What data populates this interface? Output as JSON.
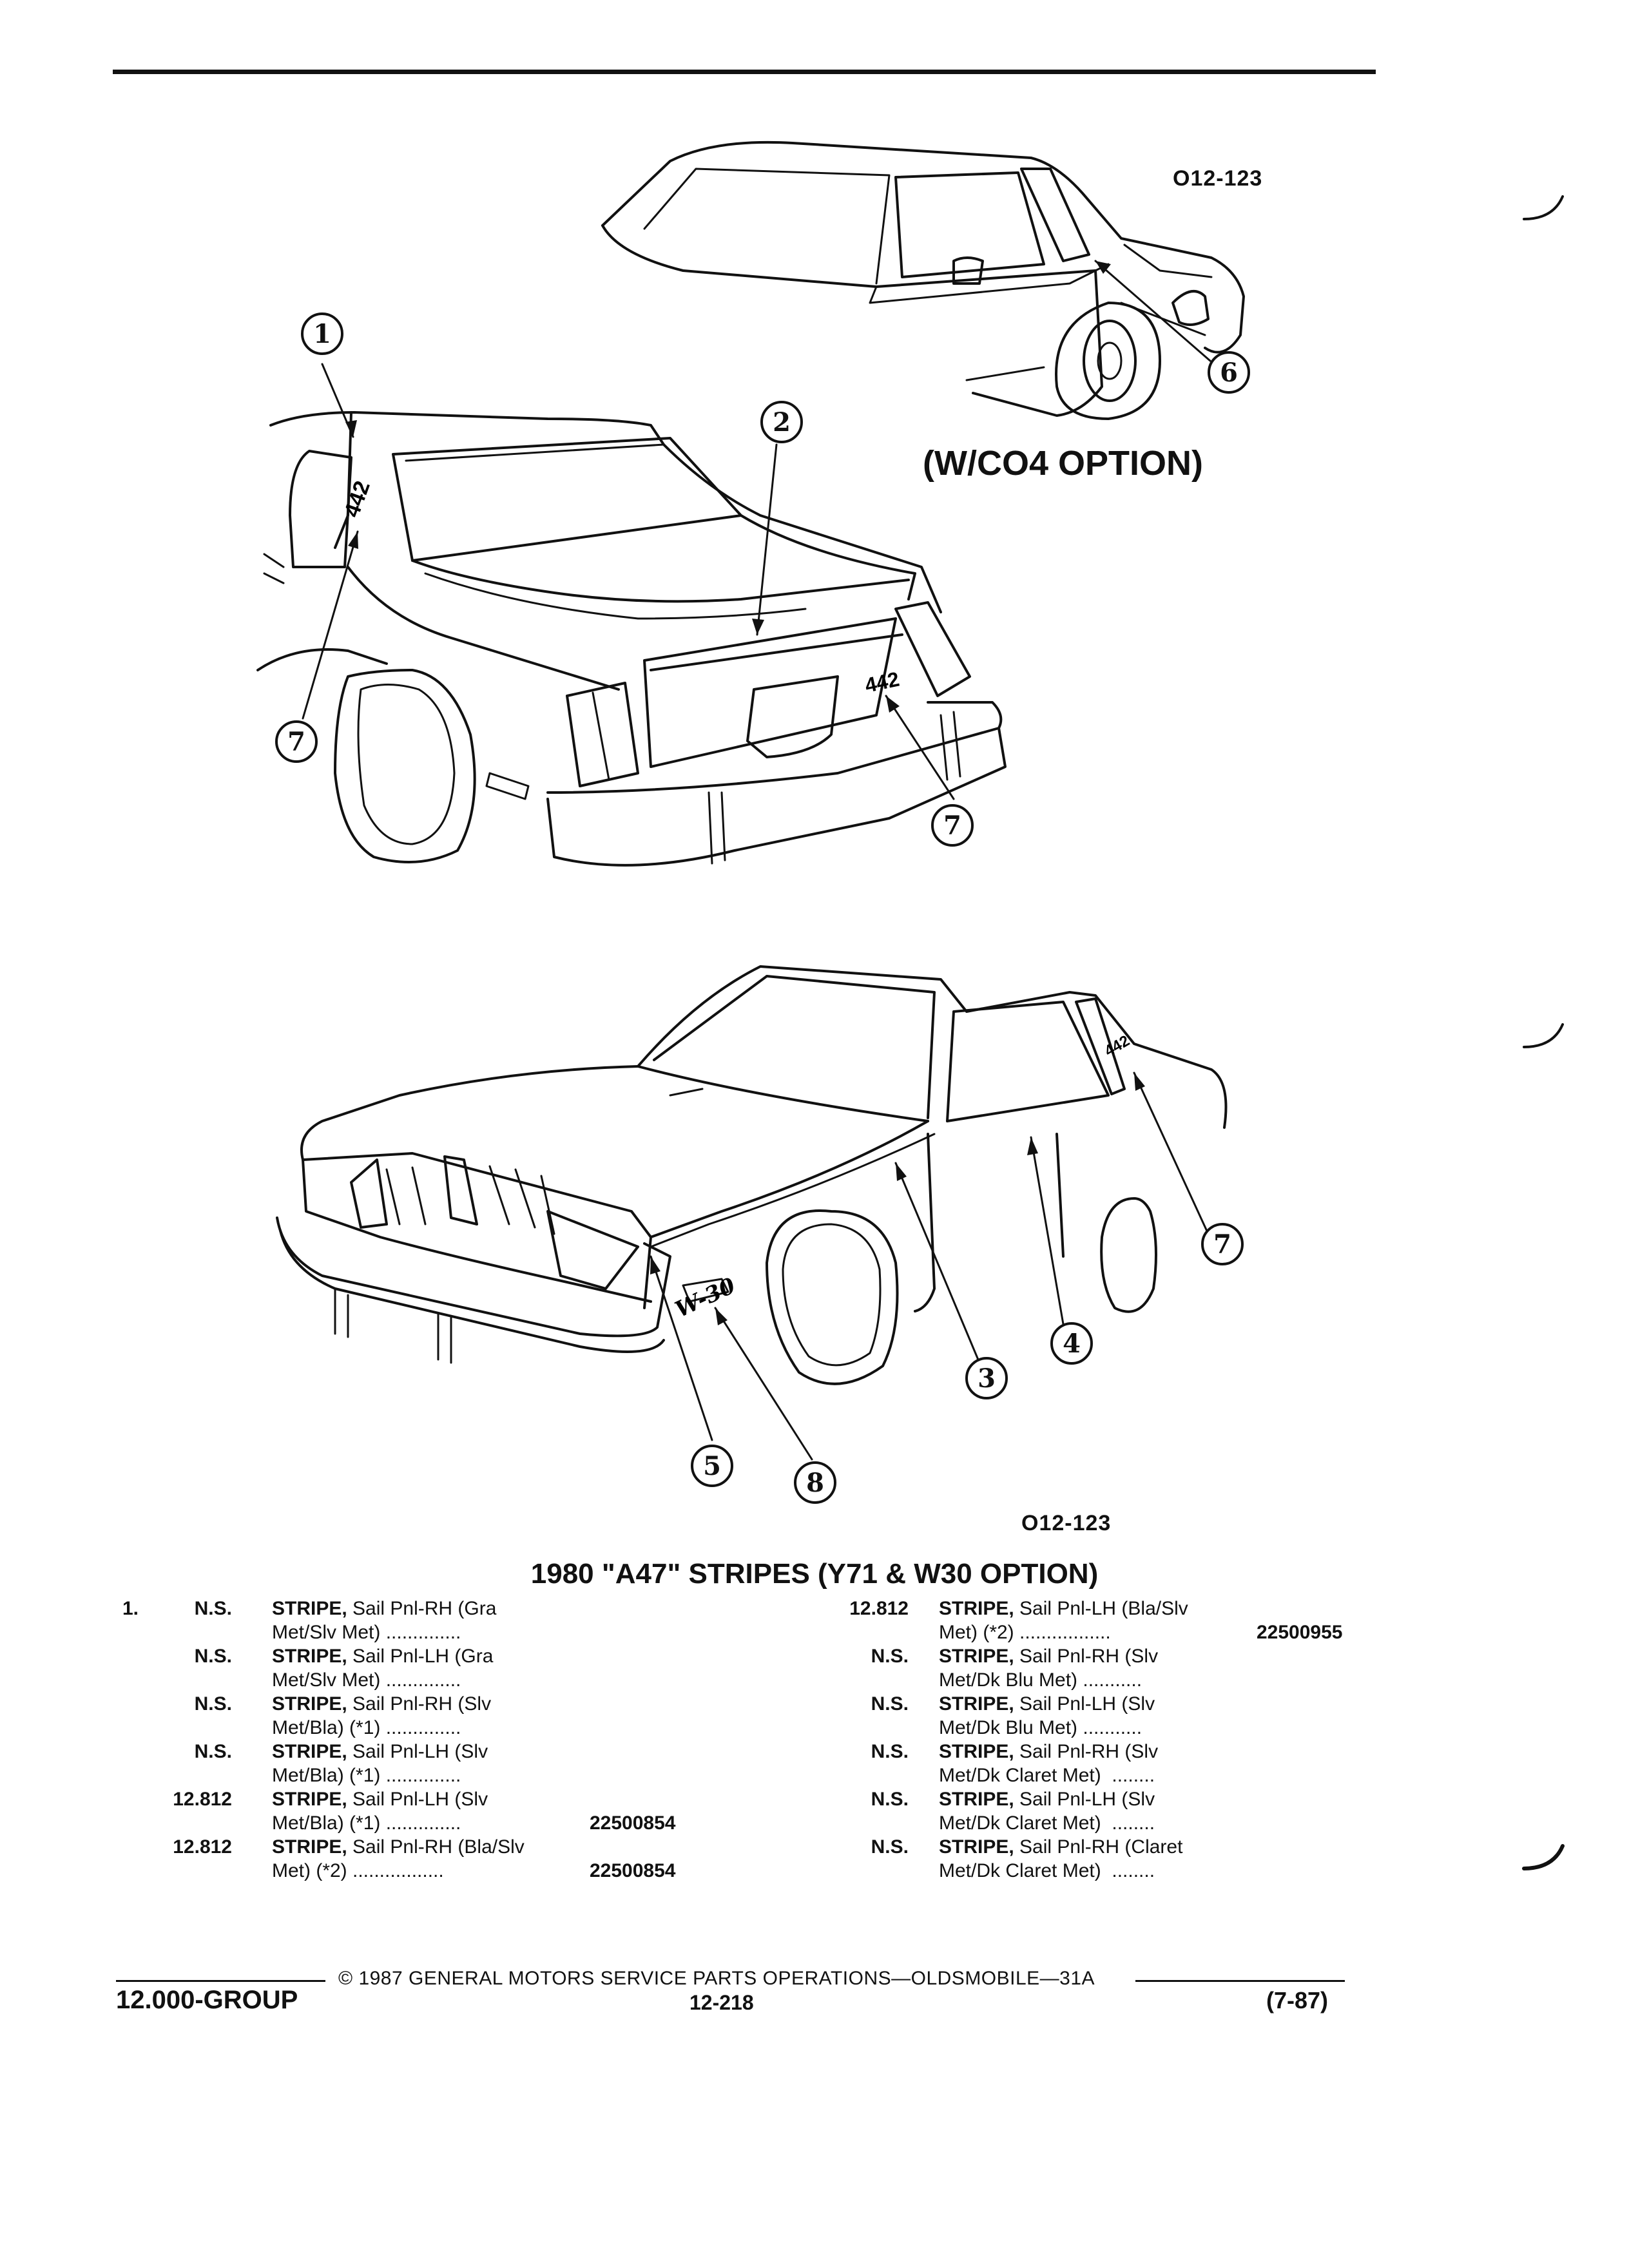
{
  "figure": {
    "code_top": "O12-123",
    "code_bottom": "O12-123",
    "option_label": "(W/CO4 OPTION)",
    "callouts": [
      "1",
      "2",
      "7",
      "7",
      "6",
      "7",
      "3",
      "4",
      "5",
      "8"
    ]
  },
  "section_title": "1980 \"A47\" STRIPES (Y71 & W30 OPTION)",
  "parts_left": [
    {
      "item": "1.",
      "num": "N.S.",
      "kw": "STRIPE,",
      "line1": " Sail Pnl-RH (Gra",
      "line2": "Met/Slv Met) ..............",
      "pn": ""
    },
    {
      "item": "",
      "num": "N.S.",
      "kw": "STRIPE,",
      "line1": " Sail Pnl-LH (Gra",
      "line2": "Met/Slv Met) ..............",
      "pn": ""
    },
    {
      "item": "",
      "num": "N.S.",
      "kw": "STRIPE,",
      "line1": " Sail Pnl-RH (Slv",
      "line2": "Met/Bla) (*1) ..............",
      "pn": ""
    },
    {
      "item": "",
      "num": "N.S.",
      "kw": "STRIPE,",
      "line1": " Sail Pnl-LH (Slv",
      "line2": "Met/Bla) (*1) ..............",
      "pn": ""
    },
    {
      "item": "",
      "num": "12.812",
      "kw": "STRIPE,",
      "line1": " Sail Pnl-LH (Slv",
      "line2": "Met/Bla) (*1) ..............",
      "pn": "22500854"
    },
    {
      "item": "",
      "num": "12.812",
      "kw": "STRIPE,",
      "line1": " Sail Pnl-RH (Bla/Slv",
      "line2": "Met) (*2) .................",
      "pn": "22500854"
    }
  ],
  "parts_right": [
    {
      "num": "12.812",
      "kw": "STRIPE,",
      "line1": " Sail Pnl-LH (Bla/Slv",
      "line2": "Met) (*2) .................",
      "pn": "22500955"
    },
    {
      "num": "N.S.",
      "kw": "STRIPE,",
      "line1": " Sail Pnl-RH (Slv",
      "line2": "Met/Dk Blu Met) ...........",
      "pn": ""
    },
    {
      "num": "N.S.",
      "kw": "STRIPE,",
      "line1": " Sail Pnl-LH (Slv",
      "line2": "Met/Dk Blu Met) ...........",
      "pn": ""
    },
    {
      "num": "N.S.",
      "kw": "STRIPE,",
      "line1": " Sail Pnl-RH (Slv",
      "line2": "Met/Dk Claret Met)  ........",
      "pn": ""
    },
    {
      "num": "N.S.",
      "kw": "STRIPE,",
      "line1": " Sail Pnl-LH (Slv",
      "line2": "Met/Dk Claret Met)  ........",
      "pn": ""
    },
    {
      "num": "N.S.",
      "kw": "STRIPE,",
      "line1": " Sail Pnl-RH (Claret",
      "line2": "Met/Dk Claret Met)  ........",
      "pn": ""
    }
  ],
  "footer": {
    "copyright": "© 1987 GENERAL MOTORS SERVICE PARTS OPERATIONS—OLDSMOBILE—31A",
    "group": "12.000-GROUP",
    "page": "12-218",
    "date": "(7-87)"
  }
}
